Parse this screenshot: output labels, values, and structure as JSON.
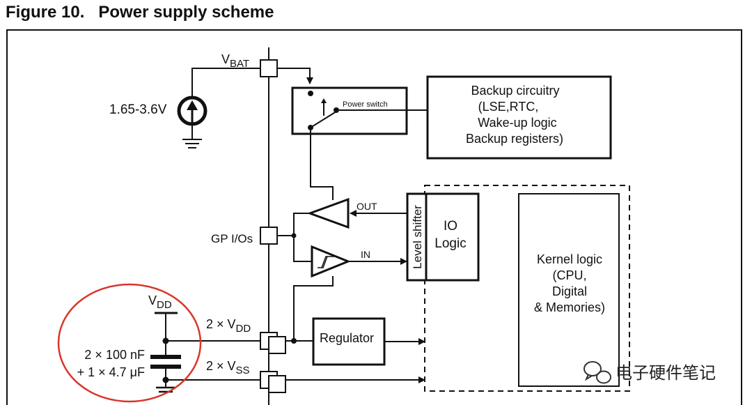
{
  "figure": {
    "number": "Figure 10.",
    "title": "Power supply scheme"
  },
  "labels": {
    "vbat_main": "V",
    "vbat_sub": "BAT",
    "battery_voltage": "1.65-3.6V",
    "power_switch": "Power switch",
    "backup_lines": [
      "Backup circuitry",
      "(LSE,RTC,",
      "Wake-up logic",
      "Backup registers)"
    ],
    "out": "OUT",
    "in": "IN",
    "gpio": "GP I/Os",
    "level_shifter": "Level shifter",
    "io_logic_lines": [
      "IO",
      "Logic"
    ],
    "kernel_lines": [
      "Kernel logic",
      "(CPU,",
      "Digital",
      "& Memories)"
    ],
    "vdd_main": "V",
    "vdd_sub": "DD",
    "vdd_pin_main": "2 × V",
    "vdd_pin_sub": "DD",
    "vss_pin_main": "2 × V",
    "vss_pin_sub": "SS",
    "regulator": "Regulator",
    "cap_line1": "2 × 100 nF",
    "cap_line2": "+ 1 × 4.7 μF"
  },
  "watermark": {
    "text": "电子硬件笔记",
    "icon": "wechat-icon"
  },
  "colors": {
    "line": "#111111",
    "highlight_circle": "#d9362b"
  }
}
